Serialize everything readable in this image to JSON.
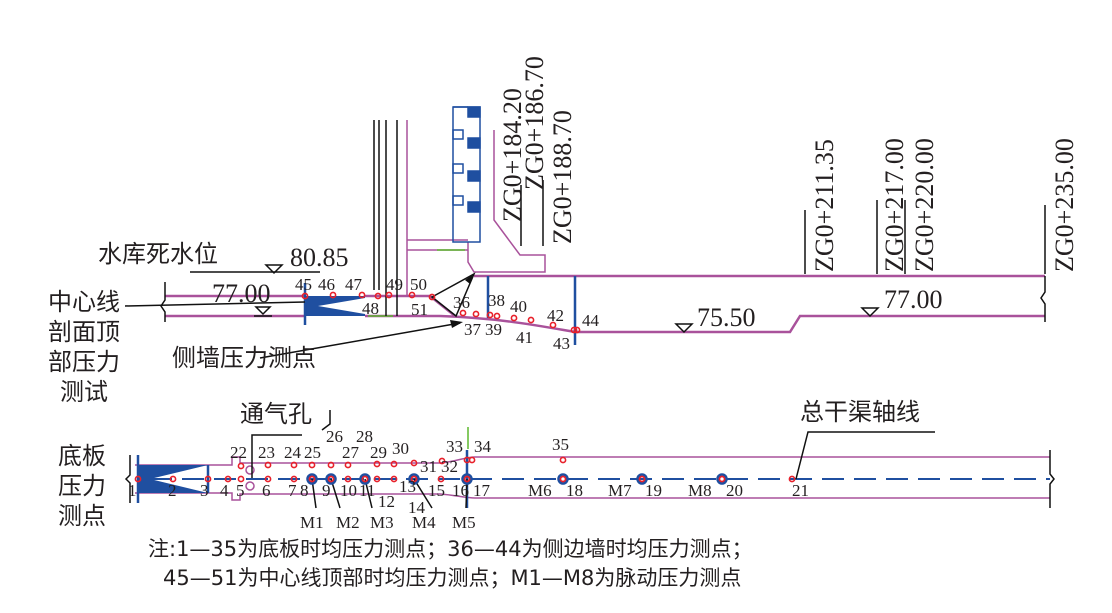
{
  "colors": {
    "wall": "#a9529b",
    "structure": "#1f4fa0",
    "point": "#e8202a",
    "line": "#111111",
    "green": "#5cb82e"
  },
  "stations": [
    "ZG0+184.20",
    "ZG0+186.70",
    "ZG0+188.70",
    "ZG0+211.35",
    "ZG0+217.00",
    "ZG0+220.00",
    "ZG0+235.00"
  ],
  "elevations": {
    "dead_water_level": "80.85",
    "roof_inlet": "77.00",
    "floor_outlet": "75.50",
    "roof_outlet": "77.00"
  },
  "labels": {
    "dead_water": "水库死水位",
    "centerline_test": [
      "中心线",
      "剖面顶",
      "部压力",
      "测试"
    ],
    "sidewall_points": "侧墙压力测点",
    "vent_hole": "通气孔",
    "canal_axis": "总干渠轴线",
    "floor_points": [
      "底板",
      "压力",
      "测点"
    ]
  },
  "top_points": [
    "45",
    "46",
    "47",
    "48",
    "49",
    "50",
    "51",
    "36",
    "37",
    "38",
    "39",
    "40",
    "41",
    "42",
    "43",
    "44"
  ],
  "floor_points": [
    "1",
    "2",
    "3",
    "4",
    "5",
    "6",
    "7",
    "8",
    "9",
    "10",
    "11",
    "12",
    "13",
    "14",
    "15",
    "16",
    "17",
    "18",
    "19",
    "20",
    "21",
    "22",
    "23",
    "24",
    "25",
    "26",
    "27",
    "28",
    "29",
    "30",
    "31",
    "32",
    "33",
    "34",
    "35"
  ],
  "pulse_points": [
    "M1",
    "M2",
    "M3",
    "M4",
    "M5",
    "M6",
    "M7",
    "M8"
  ],
  "note": {
    "line1": "注:1—35为底板时均压力测点；36—44为侧边墙时均压力测点；",
    "line2": "45—51为中心线顶部时均压力测点；M1—M8为脉动压力测点"
  }
}
